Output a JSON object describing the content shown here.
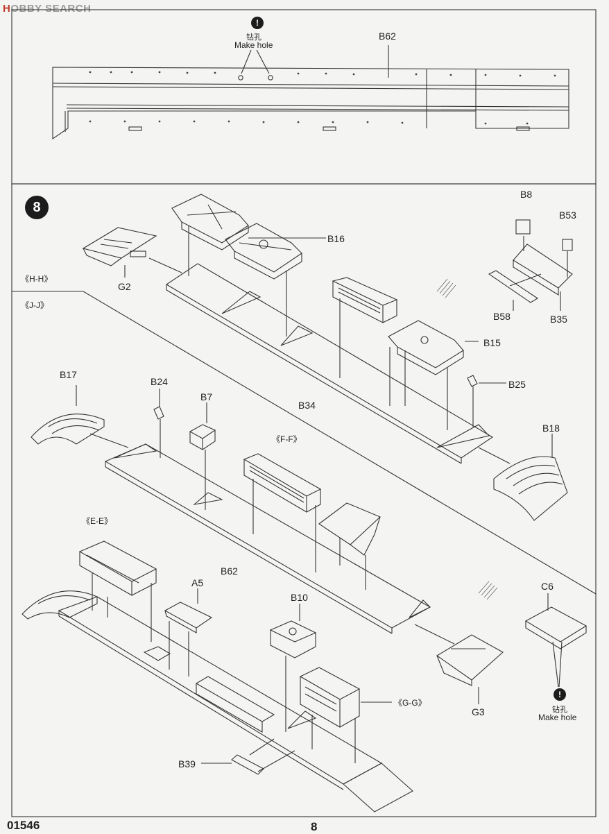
{
  "header": {
    "logo_prefix": "H",
    "logo_text": "OBBY SEARCH"
  },
  "top_panel": {
    "tool_icon": "drill-icon",
    "tool_label_cn": "钻孔",
    "tool_label_en": "Make hole",
    "part": "B62"
  },
  "step": {
    "number": "8",
    "view_hh": "《H-H》",
    "view_jj": "《J-J》",
    "view_ff": "《F-F》",
    "view_ee": "《E-E》",
    "view_gg": "《G-G》"
  },
  "parts": {
    "b8": "B8",
    "b53": "B53",
    "b16": "B16",
    "g2": "G2",
    "b58": "B58",
    "b35": "B35",
    "b15": "B15",
    "b34": "B34",
    "b17": "B17",
    "b24": "B24",
    "b7": "B7",
    "b25": "B25",
    "b18": "B18",
    "b62": "B62",
    "a5": "A5",
    "b10": "B10",
    "c6": "C6",
    "g3": "G3",
    "b39": "B39"
  },
  "c6_note": {
    "tool_icon": "drill-icon",
    "label_cn": "钻孔",
    "label_en": "Make hole"
  },
  "footer": {
    "code": "01546",
    "page": "8"
  }
}
